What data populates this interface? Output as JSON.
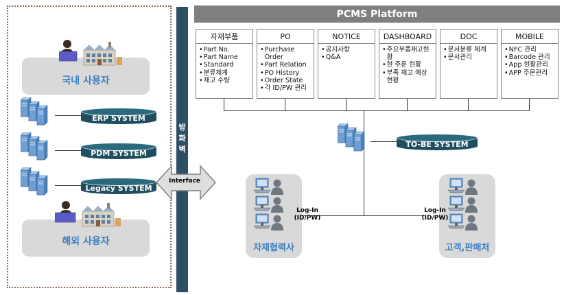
{
  "left": {
    "domestic_users": "국내 사용자",
    "overseas_users": "해외 사용자",
    "systems": [
      "ERP SYSTEM",
      "PDM SYSTEM",
      "Legacy SYSTEM"
    ]
  },
  "firewall": {
    "label": "방화벽"
  },
  "interface": {
    "label": "Interface"
  },
  "platform": {
    "title": "PCMS Platform"
  },
  "modules": [
    {
      "title": "자재부품",
      "items": [
        "Part No.",
        "Part Name",
        "Standard",
        "분류체계",
        "재고 수량"
      ]
    },
    {
      "title": "PO",
      "items": [
        "Purchase Order",
        "Part Relation",
        "PO History",
        "Order State",
        "각 ID/PW 관리"
      ]
    },
    {
      "title": "NOTICE",
      "items": [
        "공지사항",
        "Q&A"
      ]
    },
    {
      "title": "DASHBOARD",
      "items": [
        "주요부품재고현황",
        "현 주문 현황",
        "부족 재고 예상 현황"
      ]
    },
    {
      "title": "DOC",
      "items": [
        "문서분류 체계",
        "문서관리"
      ]
    },
    {
      "title": "MOBILE",
      "items": [
        "NFC 관리",
        "Barcode 관리",
        "App 현황관리",
        "APP 주문관리"
      ]
    }
  ],
  "tobe": {
    "label": "TO-BE SYSTEM"
  },
  "partners": {
    "supplier": "자재협력사",
    "customer": "고객,판매처",
    "login_left": [
      "Log-In",
      "(ID/PW)"
    ],
    "login_right": [
      "Log-In",
      "(ID/PW)"
    ]
  },
  "colors": {
    "accent_blue": "#3c7fc1",
    "cylinder": "#1f4e5f",
    "firewall": "#2f4f63",
    "header": "#7f7f7f"
  }
}
